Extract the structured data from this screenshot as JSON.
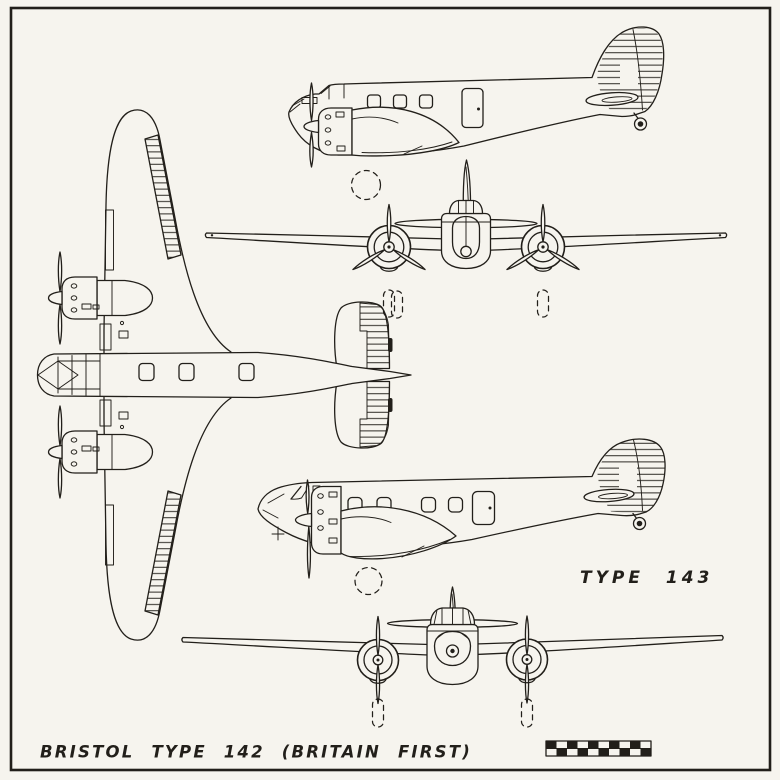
{
  "style": {
    "ink": "#221f1a",
    "paper": "#f6f4ee"
  },
  "drawing": {
    "caption": "BRISTOL TYPE 142 (BRITAIN FIRST)",
    "variant_label": "TYPE 143",
    "views": [
      "plan-view-type-142",
      "side-view-type-142",
      "front-view-type-142",
      "side-view-type-143",
      "front-view-type-143"
    ],
    "scale_bar": {
      "style": "checkerboard",
      "rows": 2,
      "cols": 10
    }
  }
}
